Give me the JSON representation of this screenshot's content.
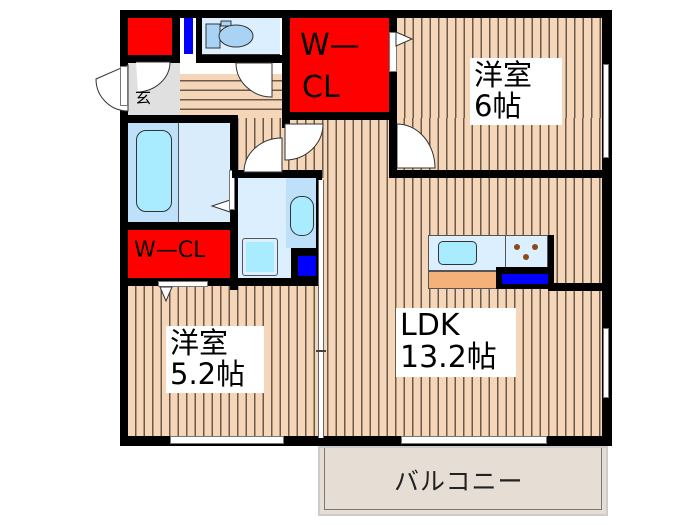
{
  "floor_plan": {
    "rooms": {
      "western_room_1": {
        "name": "洋室",
        "size": "6帖"
      },
      "western_room_2": {
        "name": "洋室",
        "size": "5.2帖"
      },
      "ldk": {
        "name": "LDK",
        "size": "13.2帖"
      },
      "balcony": {
        "name": "バルコニー"
      },
      "entrance": {
        "name": "玄"
      },
      "walk_in_closet_top": {
        "line1": "W—",
        "line2": "CL"
      },
      "walk_in_closet_left": {
        "name": "W—CL"
      }
    },
    "colors": {
      "floor": "#f6d6b9",
      "floor_stripe": "#6b5a4a",
      "closet": "#ff0000",
      "storage": "#0000ff",
      "wet_area": "#dcefff",
      "fixture": "#aee6ff",
      "counter": "#f4b27a",
      "balcony": "#e6ddd5",
      "wall": "#000000"
    }
  }
}
